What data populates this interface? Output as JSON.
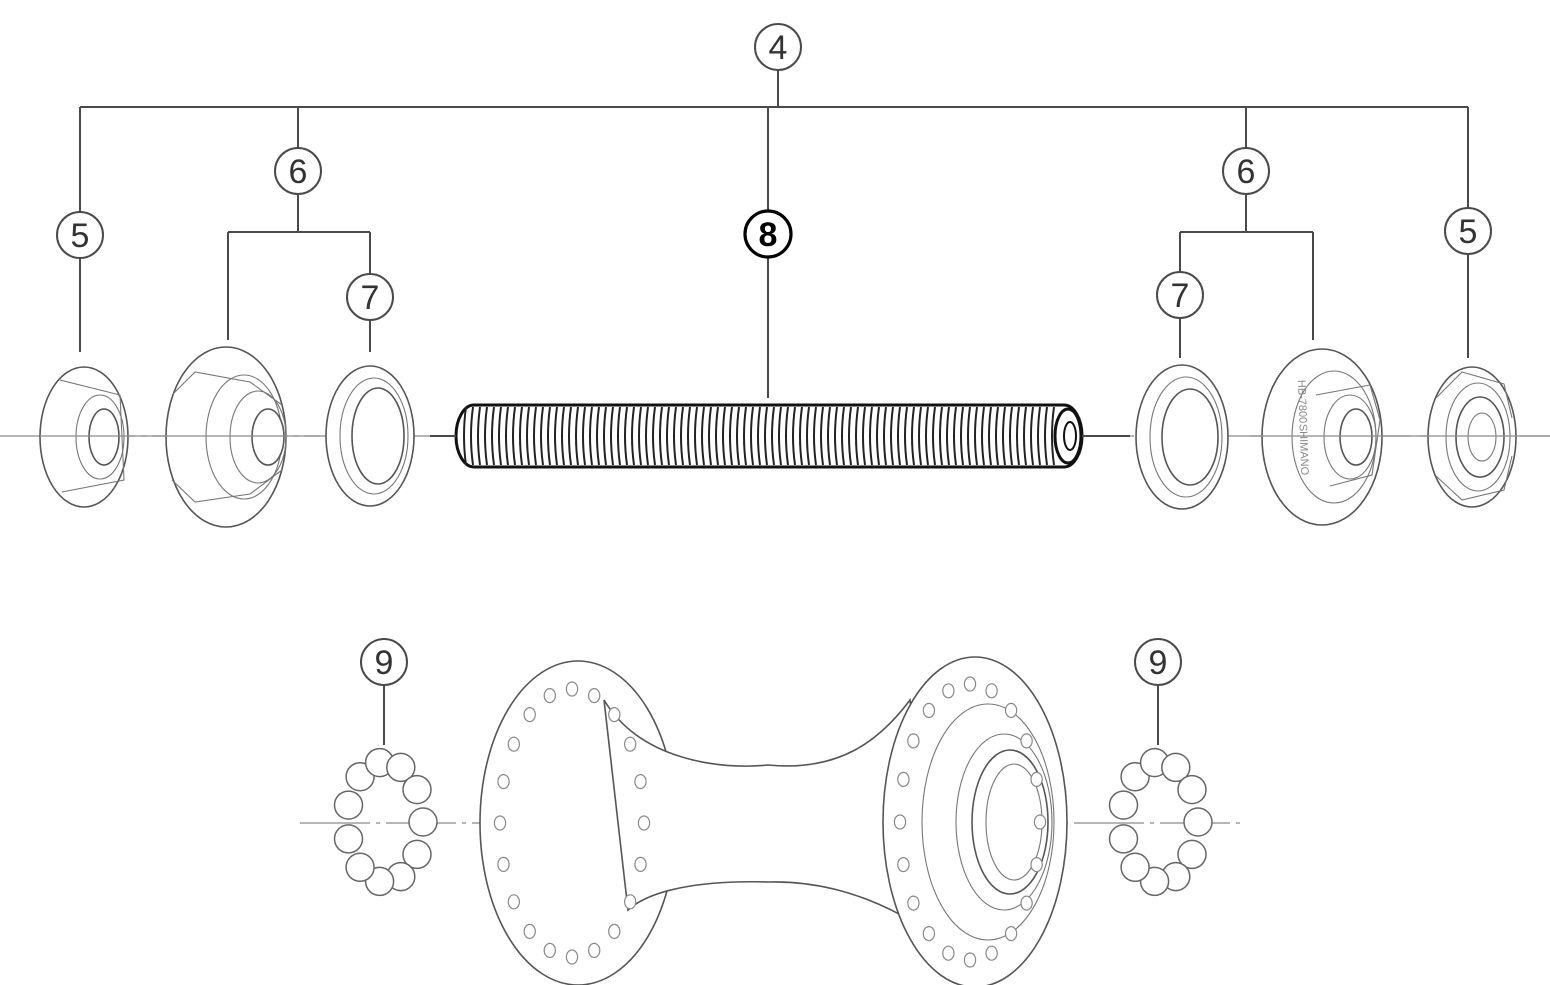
{
  "callouts": [
    {
      "id": "c4",
      "label": "4"
    },
    {
      "id": "c5L",
      "label": "5"
    },
    {
      "id": "c6L",
      "label": "6"
    },
    {
      "id": "c7L",
      "label": "7"
    },
    {
      "id": "c8",
      "label": "8"
    },
    {
      "id": "c7R",
      "label": "7"
    },
    {
      "id": "c6R",
      "label": "6"
    },
    {
      "id": "c5R",
      "label": "5"
    },
    {
      "id": "c9L",
      "label": "9"
    },
    {
      "id": "c9R",
      "label": "9"
    }
  ],
  "cone_marking": [
    "SHIMANO",
    "HB-7800"
  ]
}
